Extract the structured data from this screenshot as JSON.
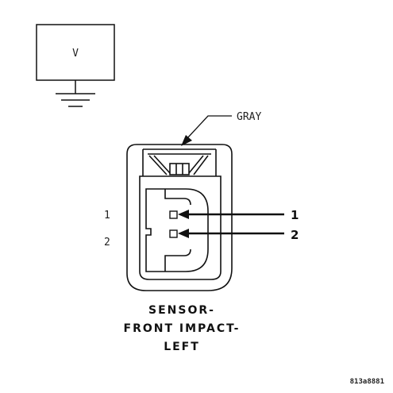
{
  "meter": {
    "label": "V"
  },
  "wire": {
    "color_label": "GRAY"
  },
  "connector": {
    "cavity_labels": [
      "1",
      "2"
    ],
    "pin_callouts": [
      "1",
      "2"
    ]
  },
  "component_title": {
    "lines": [
      "SENSOR-",
      "FRONT IMPACT-",
      "LEFT"
    ]
  },
  "figure_ref": "813a8881",
  "colors": {
    "ink": "#111111",
    "background": "#ffffff"
  }
}
